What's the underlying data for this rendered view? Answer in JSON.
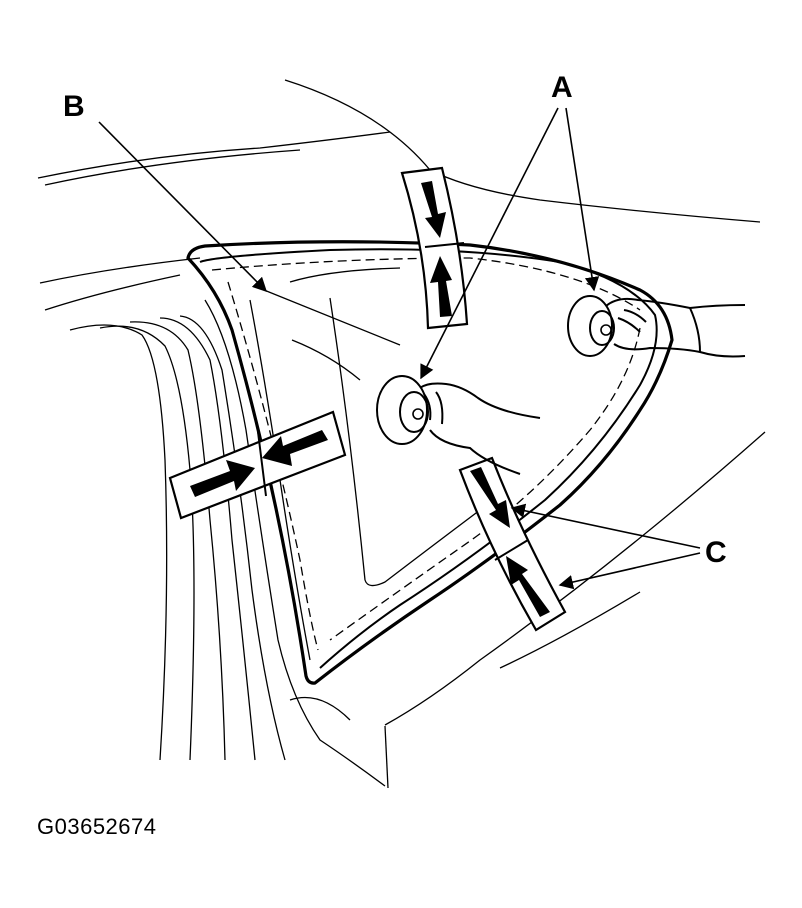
{
  "figure": {
    "callouts": {
      "a": "A",
      "b": "B",
      "c": "C"
    },
    "figure_id": "G03652674"
  },
  "parts": {
    "a": "suction-cups",
    "b": "quarter-glass",
    "c": "tape"
  }
}
